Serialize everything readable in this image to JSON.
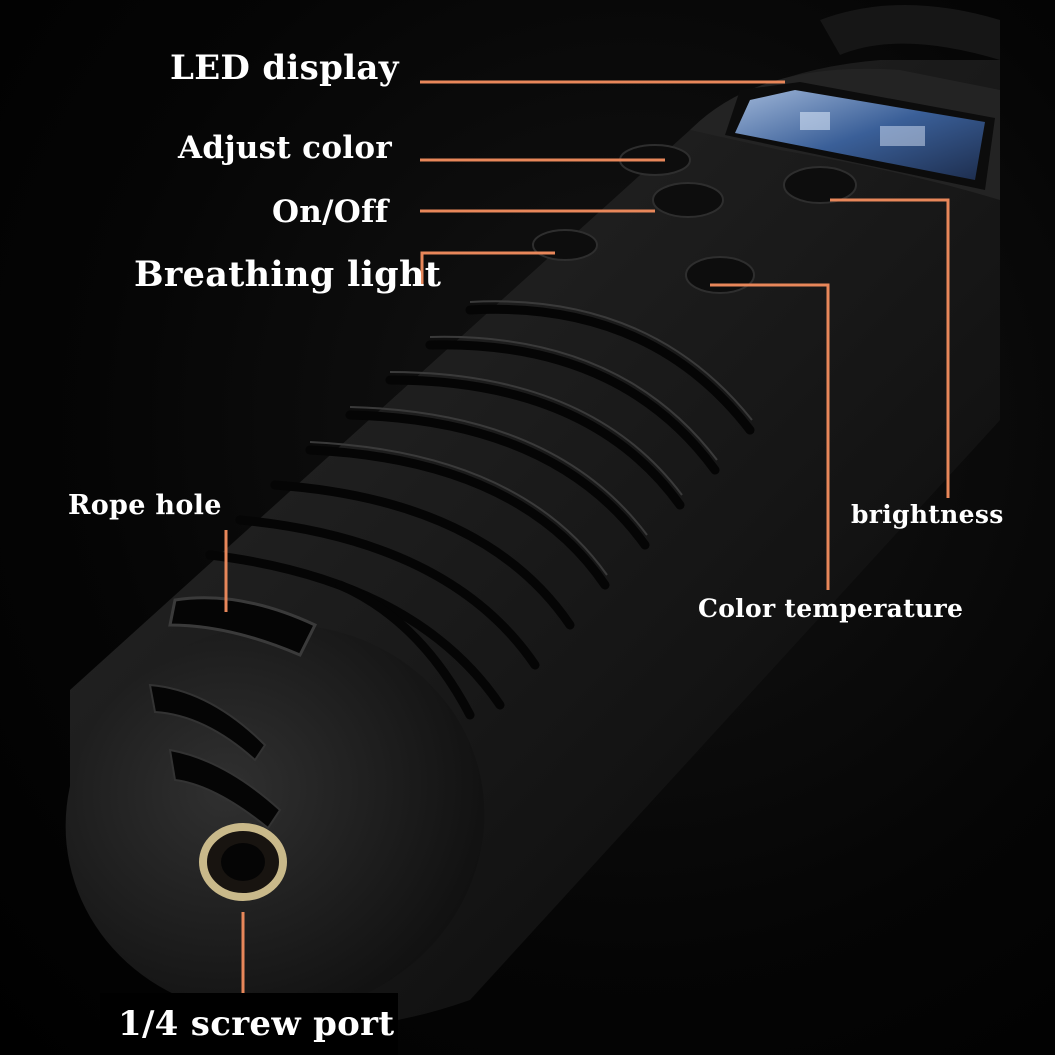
{
  "labels": {
    "led_display": "LED display",
    "adjust_color": "Adjust color",
    "on_off": "On/Off",
    "breathing_light": "Breathing light",
    "rope_hole": "Rope hole",
    "brightness": "brightness",
    "color_temperature": "Color temperature",
    "screw_port": "1/4 screw port"
  },
  "colors": {
    "leader_line": "#e8875a",
    "label_text": "#ffffff",
    "background": "#000000",
    "body": "#1a1a1a",
    "screen": "#2a4f8a",
    "screw_ring": "#c9b98a"
  },
  "icons": [
    "led-screen",
    "round-button",
    "screw-thread"
  ]
}
